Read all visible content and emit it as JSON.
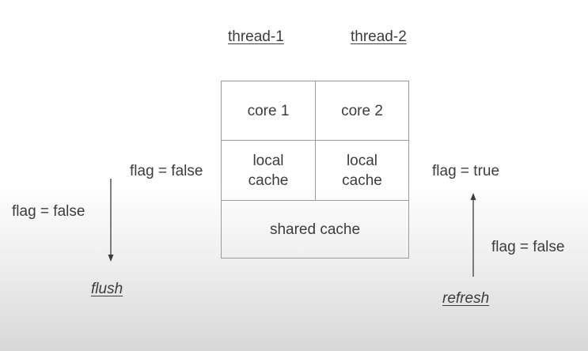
{
  "threads": {
    "thread1": "thread-1",
    "thread2": "thread-2"
  },
  "cells": {
    "core1": "core 1",
    "core2": "core 2",
    "local_cache_1": [
      "local",
      "cache"
    ],
    "local_cache_2": [
      "local",
      "cache"
    ],
    "shared_cache": "shared cache"
  },
  "left": {
    "flag_upper": "flag = false",
    "flag_lower": "flag = false",
    "action": "flush"
  },
  "right": {
    "flag_upper": "flag = true",
    "flag_lower": "flag = false",
    "action": "refresh"
  },
  "colors": {
    "text": "#3c3c3c",
    "border": "#9a9a9a",
    "arrow": "#3c3c3c"
  }
}
